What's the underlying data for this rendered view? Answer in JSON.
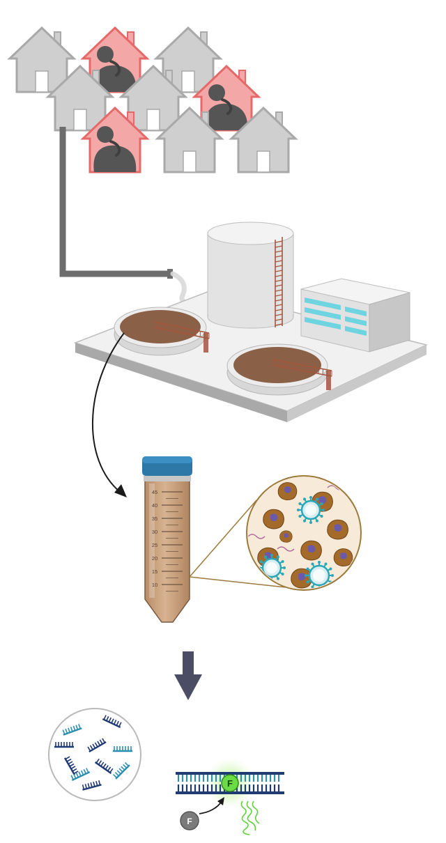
{
  "stages": [
    {
      "id": "households",
      "icon": "house-icon"
    },
    {
      "id": "sewer",
      "icon": "sewer-pipe-icon"
    },
    {
      "id": "treatment_plant",
      "icon": "wastewater-plant-icon"
    },
    {
      "id": "sample",
      "icon": "sample-tube-icon"
    },
    {
      "id": "extraction",
      "icon": "nucleic-acid-icon"
    },
    {
      "id": "detection",
      "icon": "qpcr-probe-icon"
    }
  ],
  "tube": {
    "scale_labels": [
      "45",
      "40",
      "35",
      "30",
      "25",
      "20",
      "15",
      "10"
    ],
    "cap_color": "#2e78a8",
    "liquid_color": "#c9a07a"
  },
  "probe_labels": {
    "bound": "F",
    "released": "F"
  },
  "colors": {
    "house": "#cfcfcf",
    "house_infected": "#f4a7a7",
    "house_infected_roof": "#e46a6a",
    "pipe": "#6d6d6d",
    "sludge": "#8a6147",
    "virus": "#2aa7b8",
    "dna_dark": "#1f3a73",
    "dna_teal": "#2d8fb0",
    "fluor_green": "#5fd13a",
    "arrow": "#4a4d64"
  }
}
